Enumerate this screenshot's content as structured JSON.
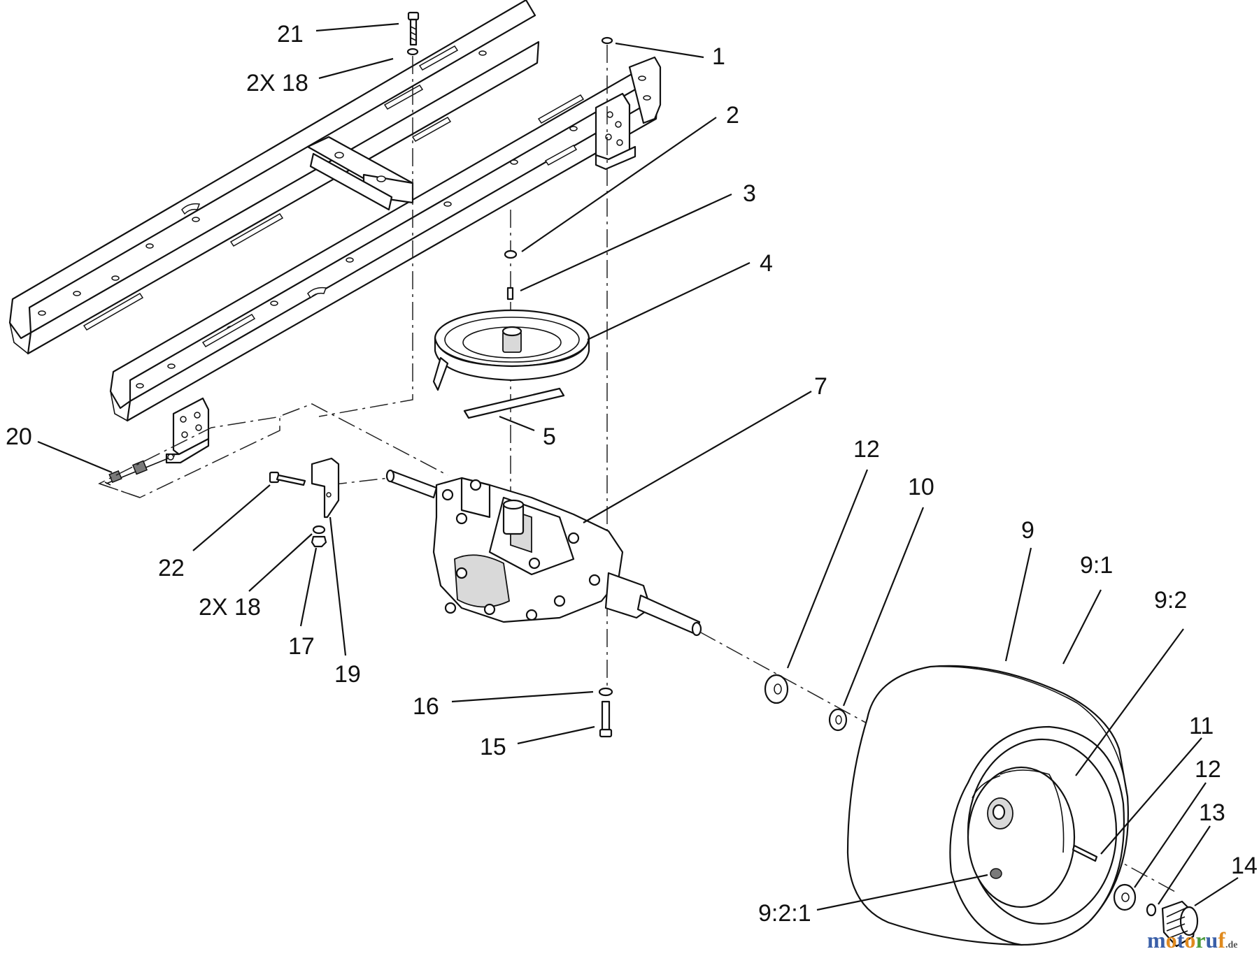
{
  "callouts": [
    {
      "id": "c21",
      "text": "21"
    },
    {
      "id": "c1",
      "text": "1"
    },
    {
      "id": "c2x18_top",
      "text": "2X 18"
    },
    {
      "id": "c2",
      "text": "2"
    },
    {
      "id": "c3",
      "text": "3"
    },
    {
      "id": "c4",
      "text": "4"
    },
    {
      "id": "c7",
      "text": "7"
    },
    {
      "id": "c5",
      "text": "5"
    },
    {
      "id": "c20",
      "text": "20"
    },
    {
      "id": "c12a",
      "text": "12"
    },
    {
      "id": "c10",
      "text": "10"
    },
    {
      "id": "c9",
      "text": "9"
    },
    {
      "id": "c9_1",
      "text": "9:1"
    },
    {
      "id": "c9_2",
      "text": "9:2"
    },
    {
      "id": "c22",
      "text": "22"
    },
    {
      "id": "c2x18_bot",
      "text": "2X 18"
    },
    {
      "id": "c17",
      "text": "17"
    },
    {
      "id": "c19",
      "text": "19"
    },
    {
      "id": "c16",
      "text": "16"
    },
    {
      "id": "c15",
      "text": "15"
    },
    {
      "id": "c11",
      "text": "11"
    },
    {
      "id": "c12b",
      "text": "12"
    },
    {
      "id": "c13",
      "text": "13"
    },
    {
      "id": "c14",
      "text": "14"
    },
    {
      "id": "c9_2_1",
      "text": "9:2:1"
    }
  ],
  "watermark": {
    "brand": "motoruf",
    "suffix": ".de"
  },
  "colors": {
    "ink": "#111111",
    "watermark_blue": "#3a5fa8",
    "watermark_orange": "#e08a1e",
    "watermark_green": "#4a9a3a"
  }
}
